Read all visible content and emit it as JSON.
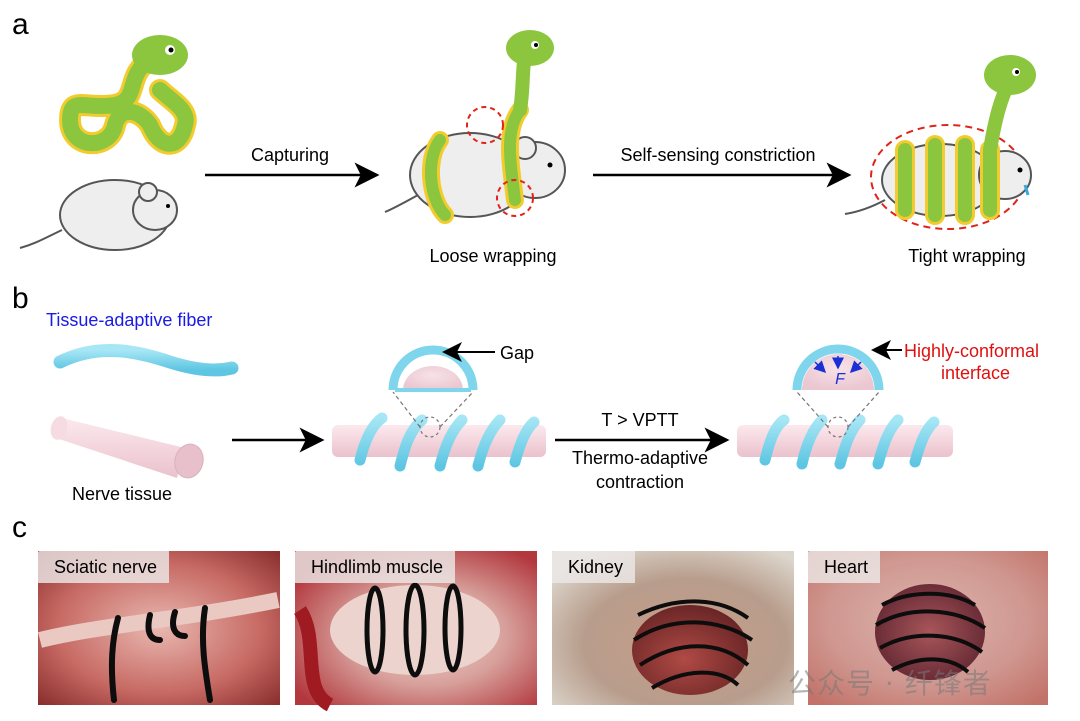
{
  "panels": {
    "a": "a",
    "b": "b",
    "c": "c"
  },
  "panel_a": {
    "arrow1_label": "Capturing",
    "arrow2_label": "Self-sensing constriction",
    "state2_caption": "Loose wrapping",
    "state3_caption": "Tight wrapping"
  },
  "panel_b": {
    "fiber_label": "Tissue-adaptive fiber",
    "tissue_label": "Nerve tissue",
    "gap_label": "Gap",
    "condition_label": "T > VPTT",
    "process_line1": "Thermo-adaptive",
    "process_line2": "contraction",
    "force_label": "F",
    "interface_line1": "Highly-conformal",
    "interface_line2": "interface"
  },
  "panel_c": {
    "photos": [
      {
        "label": "Sciatic nerve"
      },
      {
        "label": "Hindlimb muscle"
      },
      {
        "label": "Kidney"
      },
      {
        "label": "Heart"
      }
    ]
  },
  "watermark": "公众号 · 纤锋者",
  "colors": {
    "fiber": "#7fd6ec",
    "tissue": "#f6dbe2",
    "fiber_label": "#1a1ae6",
    "interface_label": "#e01010",
    "snake": "#8cc63f",
    "snake_belly": "#f2cc2f",
    "dashed_circle": "#e2231a"
  }
}
